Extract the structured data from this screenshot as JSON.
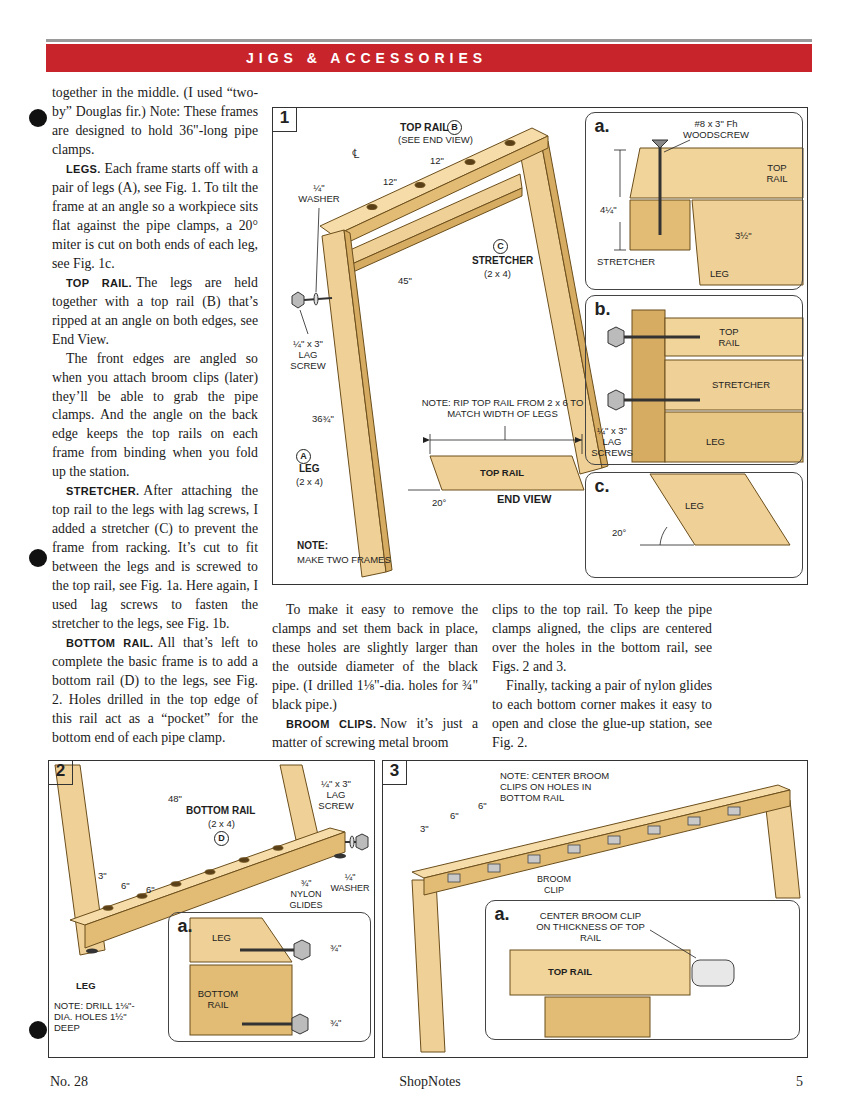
{
  "diagram": {
    "title": "JIGS & ACCESSORIES",
    "nodes": [
      {
        "text": [
          "1"
        ]
      },
      {
        "text": [
          "a."
        ],
        "in": 0
      },
      {
        "text": [
          "b."
        ],
        "in": 0
      },
      {
        "text": [
          "c."
        ],
        "in": 0
      },
      {
        "text": [
          "2"
        ]
      },
      {
        "text": [
          "a."
        ],
        "in": 4
      },
      {
        "text": [
          "3"
        ]
      },
      {
        "text": [
          "a."
        ],
        "in": 6
      }
    ],
    "labels": [
      "together in the middle. (I used “two-by” Douglas fir.) Note: These frames are designed to hold 36\"-long pipe clamps.",
      "LEGS.",
      "Each frame starts off with a pair of legs (A), see Fig. 1. To tilt the frame at an angle so a workpiece sits flat against the pipe clamps, a 20° miter is cut on both ends of each leg, see Fig. 1c.",
      "TOP RAIL.",
      "The legs are held together with a top rail (B) that’s ripped at an angle on both edges, see End View.",
      "The front edges are angled so when you attach broom clips (later) they’ll be able to grab the pipe clamps. And the angle on the back edge keeps the top rails on each frame from binding when you fold up the station.",
      "STRETCHER.",
      "After attaching the top rail to the legs with lag screws, I added a stretcher (C) to prevent the frame from racking. It’s cut to fit between the legs and is screwed to the top rail, see Fig. 1a. Here again, I used lag screws to fasten the stretcher to the legs, see Fig. 1b.",
      "BOTTOM RAIL.",
      "All that’s left to complete the basic frame is to add a bottom rail (D) to the legs, see Fig. 2. Holes drilled in the top edge of this rail act as a “pocket” for the bottom end of each pipe clamp.",
      "To make it easy to remove the clamps and set them back in place, these holes are slightly larger than the outside diameter of the black pipe. (I drilled 1⅛\"-dia. holes for ¾\" black pipe.)",
      "BROOM CLIPS.",
      "Now it’s just a matter of screwing metal broom",
      "clips to the top rail. To keep the pipe clamps aligned, the clips are centered over the holes in the bottom rail, see Figs. 2 and 3.",
      "Finally, tacking a pair of nylon glides to each bottom corner makes it easy to open and close the glue-up station, see Fig. 2.",
      "No. 28",
      "ShopNotes",
      "5",
      "TOP RAIL",
      "B",
      "(SEE END VIEW)",
      "℄",
      "12\"",
      "12\"",
      "¼\" WASHER",
      "45\"",
      "C",
      "STRETCHER",
      "(2 x 4)",
      "¼\" x 3\" LAG SCREW",
      "36¾\"",
      "A",
      "LEG",
      "(2 x 4)",
      "NOTE:",
      "MAKE TWO FRAMES",
      "NOTE: RIP TOP RAIL FROM 2 x 6 TO MATCH WIDTH OF LEGS",
      "TOP RAIL",
      "20°",
      "END VIEW",
      "#8 x 3\" Fh WOODSCREW",
      "TOP RAIL",
      "4¼\"",
      "3½\"",
      "STRETCHER",
      "LEG",
      "TOP RAIL",
      "STRETCHER",
      "¼\" x 3\" LAG SCREWS",
      "LEG",
      "LEG",
      "20°",
      "48\"",
      "BOTTOM RAIL",
      "(2 x 4)",
      "D",
      "3\"",
      "6\"",
      "6\"",
      "¼\" x 3\" LAG SCREW",
      "¼\" WASHER",
      "¾\" NYLON GLIDES",
      "LEG",
      "NOTE: DRILL 1⅛\"-DIA. HOLES 1½\" DEEP",
      "LEG",
      "¾\"",
      "¾\"",
      "BOTTOM RAIL",
      "NOTE: CENTER BROOM CLIPS ON HOLES IN BOTTOM RAIL",
      "3\"",
      "6\"",
      "6\"",
      "BROOM CLIP",
      "CENTER BROOM CLIP ON THICKNESS OF TOP RAIL",
      "TOP RAIL"
    ]
  }
}
